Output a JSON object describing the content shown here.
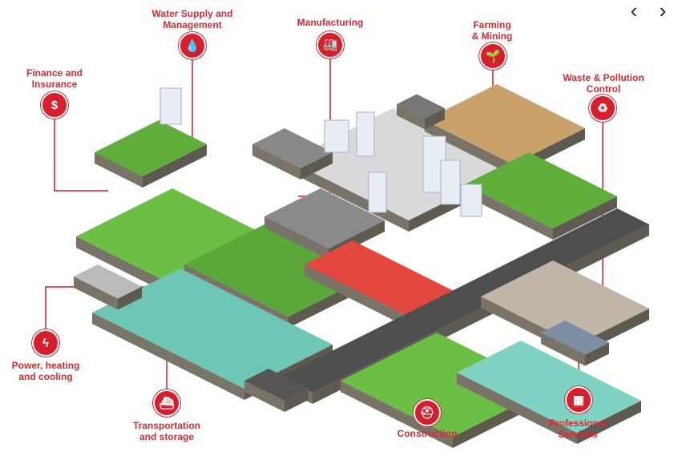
{
  "nav": {
    "prev": "‹",
    "next": "›"
  },
  "accent_color": "#d61f2c",
  "sectors": [
    {
      "id": "water",
      "label_line1": "Water Supply and",
      "label_line2": "Management",
      "icon": "water-drop-icon",
      "glyph": "💧"
    },
    {
      "id": "manufacturing",
      "label_line1": "Manufacturing",
      "label_line2": "",
      "icon": "factory-icon",
      "glyph": "🏭"
    },
    {
      "id": "farming",
      "label_line1": "Farming",
      "label_line2": "& Mining",
      "icon": "plant-icon",
      "glyph": "🌱"
    },
    {
      "id": "finance",
      "label_line1": "Finance and",
      "label_line2": "Insurance",
      "icon": "dollar-coin-icon",
      "glyph": "$"
    },
    {
      "id": "waste",
      "label_line1": "Waste & Pollution",
      "label_line2": "Control",
      "icon": "recycle-bin-icon",
      "glyph": "♻"
    },
    {
      "id": "power",
      "label_line1": "Power, heating",
      "label_line2": "and cooling",
      "icon": "lightning-icon",
      "glyph": "ϟ"
    },
    {
      "id": "transport",
      "label_line1": "Transportation",
      "label_line2": "and storage",
      "icon": "ship-icon",
      "glyph": "⛴"
    },
    {
      "id": "construction",
      "label_line1": "Construction",
      "label_line2": "",
      "icon": "hard-hat-icon",
      "glyph": "⛑"
    },
    {
      "id": "professional",
      "label_line1": "Professional",
      "label_line2": "Services",
      "icon": "calculator-icon",
      "glyph": "▦"
    }
  ]
}
